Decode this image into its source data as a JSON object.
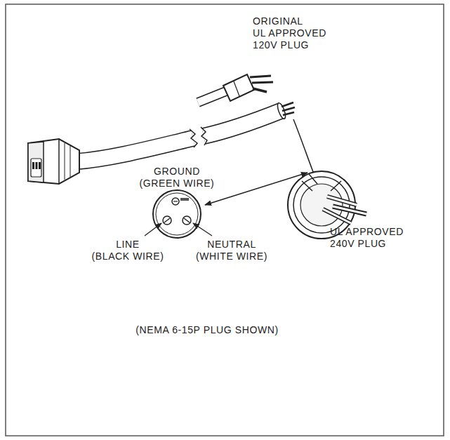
{
  "diagram": {
    "labels": [
      "ORIGINAL UL APPROVED 120V PLUG",
      "GROUND (GREEN WIRE)",
      "UL APPROVED 240V PLUG",
      "LINE (BLACK WIRE)",
      "NEUTRAL (WHITE WIRE)",
      "(NEMA 6-15P PLUG SHOWN)"
    ]
  }
}
